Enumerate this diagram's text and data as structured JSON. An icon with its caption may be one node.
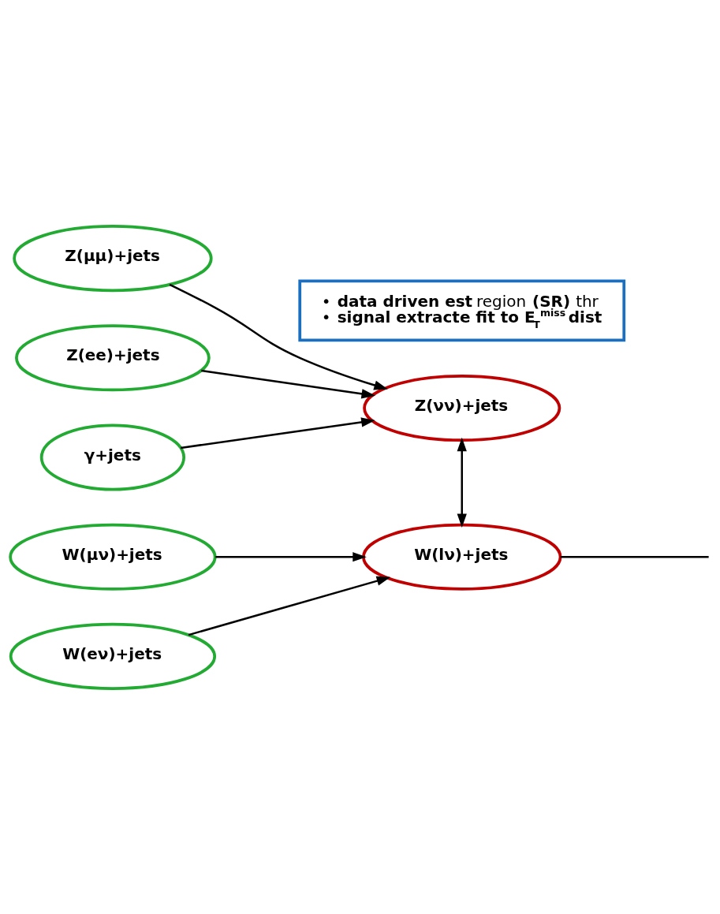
{
  "diagram": {
    "nodes": [
      {
        "text": [
          "Z(μμ)+jets"
        ]
      },
      {
        "text": [
          "Z(ee)+jets"
        ]
      },
      {
        "text": [
          "γ+jets"
        ]
      },
      {
        "text": [
          "W(μν)+jets"
        ]
      },
      {
        "text": [
          "W(eν)+jets"
        ]
      },
      {
        "text": [
          "Z(νν)+jets"
        ]
      },
      {
        "text": [
          "W(lν)+jets"
        ]
      },
      {
        "text": [
          "• **data driven est** region **(SR)** thr",
          "• **signal extracte fit to E$_{T}$$^{miss}$ dist**"
        ]
      }
    ],
    "edges": [
      {
        "from": 0,
        "to": 5,
        "arrow": "to"
      },
      {
        "from": 1,
        "to": 5,
        "arrow": "to"
      },
      {
        "from": 2,
        "to": 5,
        "arrow": "to"
      },
      {
        "from": 5,
        "to": 6,
        "arrow": "both"
      },
      {
        "from": 3,
        "to": 6,
        "arrow": "to"
      },
      {
        "from": 4,
        "to": 6,
        "arrow": "to"
      },
      {
        "from": 6,
        "to": null,
        "arrow": "none"
      }
    ]
  }
}
